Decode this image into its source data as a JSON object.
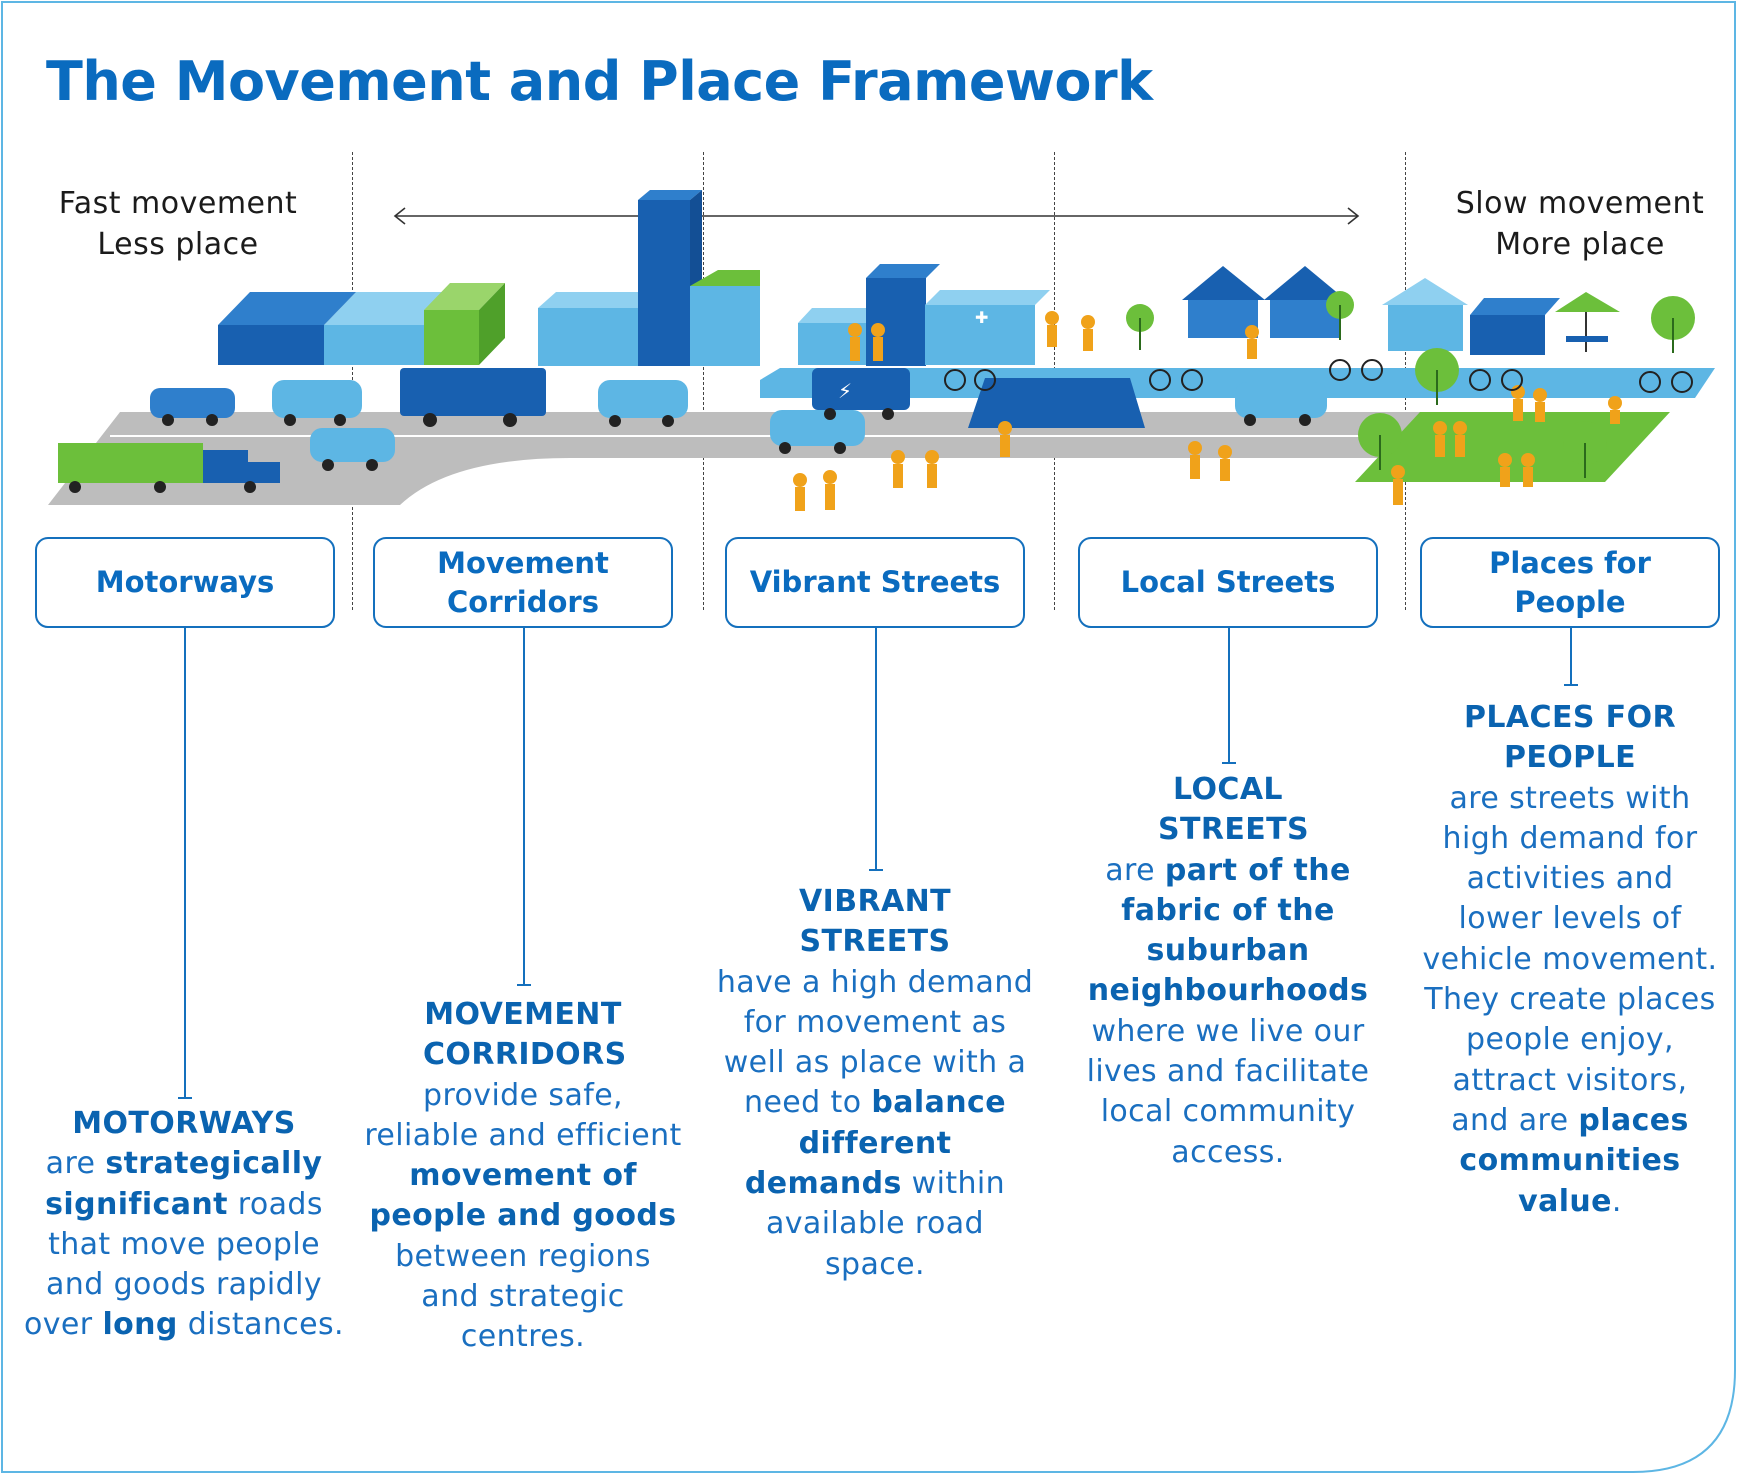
{
  "title": "The Movement and Place Framework",
  "scale": {
    "left_line1": "Fast movement",
    "left_line2": "Less place",
    "right_line1": "Slow movement",
    "right_line2": "More place"
  },
  "categories": [
    {
      "label_line1": "Motorways",
      "label_line2": "",
      "heading": "MOTORWAYS",
      "body": [
        {
          "t": "are ",
          "b": false
        },
        {
          "t": "strategically significant",
          "b": true
        },
        {
          "t": " roads that move people and goods rapidly over ",
          "b": false
        },
        {
          "t": "long",
          "b": true
        },
        {
          "t": " distances.",
          "b": false
        }
      ]
    },
    {
      "label_line1": "Movement",
      "label_line2": "Corridors",
      "heading": "MOVEMENT CORRIDORS",
      "body": [
        {
          "t": "provide safe, reliable and efficient ",
          "b": false
        },
        {
          "t": "movement of people and goods",
          "b": true
        },
        {
          "t": " between regions and strategic centres.",
          "b": false
        }
      ]
    },
    {
      "label_line1": "Vibrant Streets",
      "label_line2": "",
      "heading": "VIBRANT STREETS",
      "body": [
        {
          "t": "have a high demand for movement as well as place with a need to ",
          "b": false
        },
        {
          "t": "balance different demands",
          "b": true
        },
        {
          "t": " within available road space.",
          "b": false
        }
      ]
    },
    {
      "label_line1": "Local Streets",
      "label_line2": "",
      "heading": "LOCAL STREETS",
      "body": [
        {
          "t": "are ",
          "b": false
        },
        {
          "t": "part of the fabric of the suburban neighbourhoods",
          "b": true
        },
        {
          "t": " where we live our lives and facilitate local community access.",
          "b": false
        }
      ]
    },
    {
      "label_line1": "Places for",
      "label_line2": "People",
      "heading": "PLACES FOR PEOPLE",
      "body": [
        {
          "t": "are streets with high demand for activities and lower levels of vehicle movement. They create places people enjoy, attract visitors, and are ",
          "b": false
        },
        {
          "t": "places communities value",
          "b": true
        },
        {
          "t": ".",
          "b": false
        }
      ]
    }
  ],
  "colors": {
    "title": "#0a6bbf",
    "dark_blue": "#1860b0",
    "mid_blue": "#2f7fcc",
    "light_blue": "#5db6e4",
    "green": "#6cbf3b",
    "road": "#bdbdbd",
    "people": "#f0a21a"
  }
}
